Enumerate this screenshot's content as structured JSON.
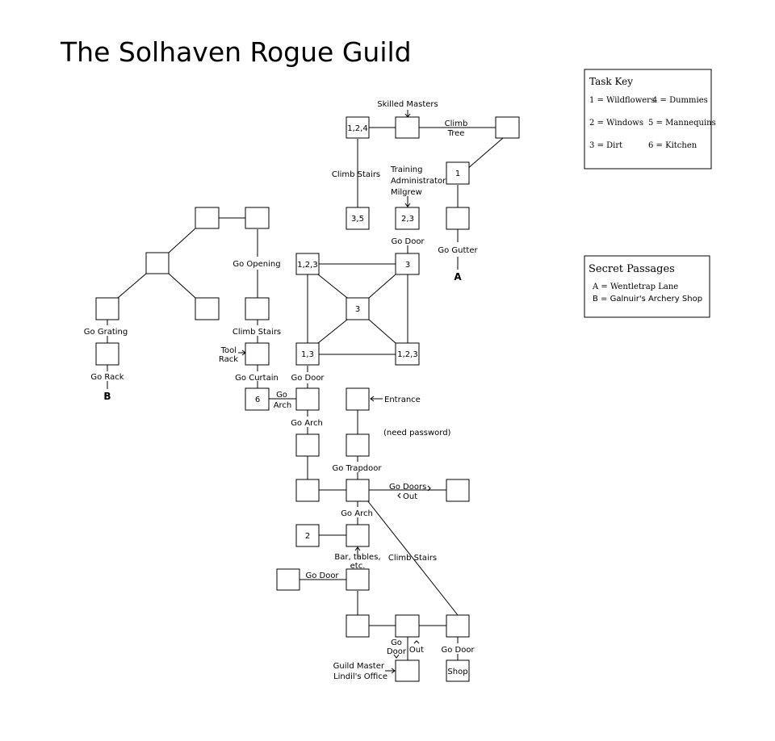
{
  "title": "The Solhaven Rogue Guild",
  "colors": {
    "ink": "#000000",
    "background": "#ffffff"
  },
  "rooms": {
    "r_124": "1,2,4",
    "r_skilled": "",
    "r_climbtree": "",
    "r_1a": "1",
    "r_35": "3,5",
    "r_23": "2,3",
    "r_gutter": "",
    "r_123_tl": "1,2,3",
    "r_3_tr": "3",
    "r_3_c": "3",
    "r_13": "1,3",
    "r_123_br": "1,2,3",
    "r_w1": "",
    "r_w2": "",
    "r_w3": "",
    "r_w4": "",
    "r_w5": "",
    "r_grating": "",
    "r_rack": "",
    "r_opening": "",
    "r_toolrack": "",
    "r_6": "6",
    "r_godoor": "",
    "r_entrance": "",
    "r_arch1": "",
    "r_password": "",
    "r_left": "",
    "r_hub": "",
    "r_out": "",
    "r_2": "2",
    "r_bar": "",
    "r_sidedoor": "",
    "r_below": "",
    "r_bottomleft": "",
    "r_bottommid": "",
    "r_bottomright": "",
    "r_office": "",
    "r_shop": "Shop"
  },
  "labels": {
    "skilled_masters": "Skilled Masters",
    "climb": "Climb",
    "tree": "Tree",
    "climb_stairs_1": "Climb Stairs",
    "training": "Training",
    "administrator": "Administrator",
    "milgrew": "Milgrew",
    "go_door_1": "Go Door",
    "go_gutter": "Go Gutter",
    "a": "A",
    "go_opening": "Go Opening",
    "go_grating": "Go Grating",
    "climb_stairs_2": "Climb Stairs",
    "tool": "Tool",
    "rack": "Rack",
    "go_rack": "Go Rack",
    "b": "B",
    "go_curtain": "Go Curtain",
    "go_door_2": "Go Door",
    "go": "Go",
    "arch": "Arch",
    "go_arch_1": "Go Arch",
    "entrance": "Entrance",
    "need_password": "(need password)",
    "go_trapdoor": "Go Trapdoor",
    "go_doors": "Go Doors",
    "out_1": "Out",
    "go_arch_2": "Go Arch",
    "bar": "Bar, tables,",
    "etc": "etc.",
    "climb_stairs_3": "Climb Stairs",
    "go_door_3": "Go Door",
    "go_door_4a": "Go",
    "go_door_4b": "Door",
    "out_2": "Out",
    "go_door_5": "Go Door",
    "guild_master": "Guild Master",
    "lindils_office": "Lindil's Office"
  },
  "task_key": {
    "title": "Task Key",
    "items": [
      "1 = Wildflowers",
      "4 = Dummies",
      "2 = Windows",
      "5 = Mannequins",
      "3 = Dirt",
      "6 = Kitchen"
    ]
  },
  "secret_passages": {
    "title": "Secret Passages",
    "items": [
      "A = Wentletrap Lane",
      "B = Galnuir's Archery Shop"
    ]
  }
}
